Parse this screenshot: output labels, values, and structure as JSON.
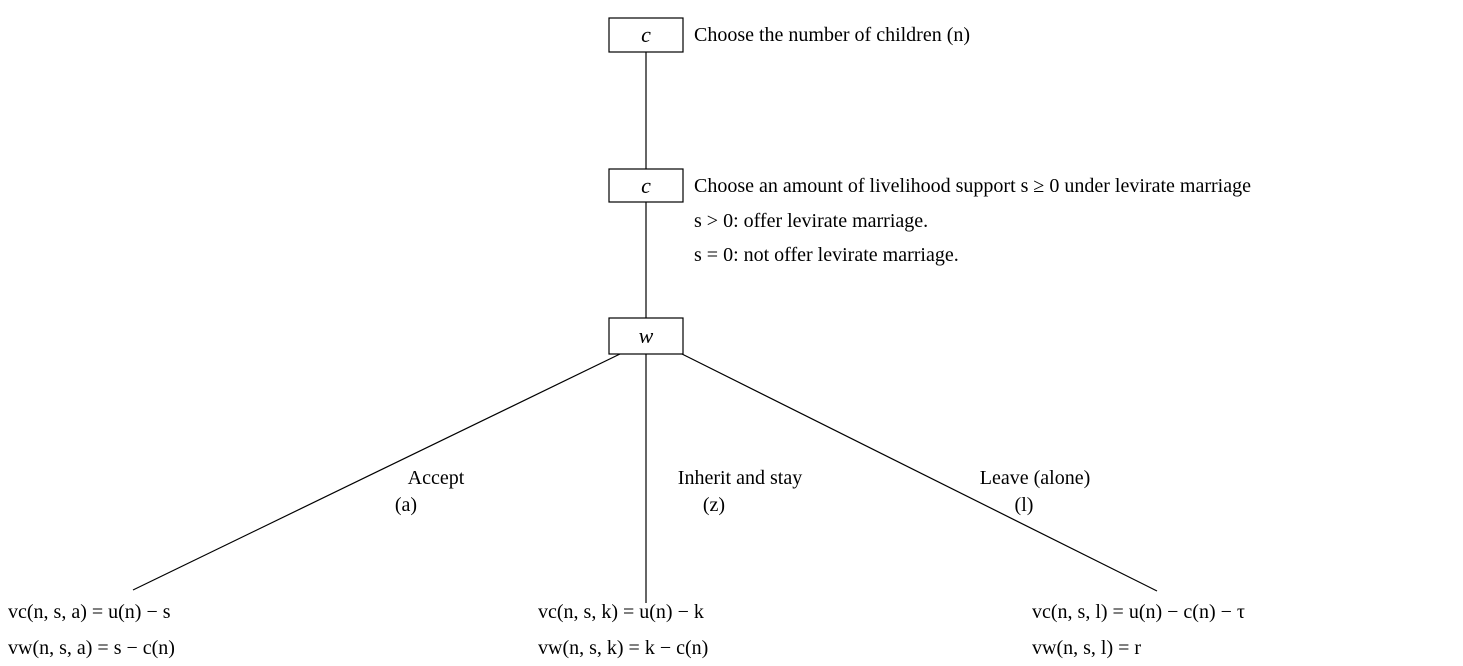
{
  "nodes": {
    "n1": {
      "label": "c",
      "description": "Choose the number of children (n)"
    },
    "n2": {
      "label": "c",
      "description": "Choose an amount of livelihood support s ≥ 0 under levirate marriage",
      "notes": [
        "s > 0: offer levirate marriage.",
        "s = 0: not offer levirate marriage."
      ]
    },
    "n3": {
      "label": "w"
    }
  },
  "branches": [
    {
      "label": "Accept",
      "sublabel": "(a)"
    },
    {
      "label": "Inherit and stay",
      "sublabel": "(z)"
    },
    {
      "label": "Leave (alone)",
      "sublabel": "(l)"
    }
  ],
  "payoffs": [
    {
      "vc": "vc(n, s, a) = u(n) − s",
      "vw": "vw(n, s, a) = s − c(n)"
    },
    {
      "vc": "vc(n, s, k) = u(n) − k",
      "vw": "vw(n, s, k) = k − c(n)"
    },
    {
      "vc": "vc(n, s, l) = u(n) − c(n) − τ",
      "vw": "vw(n, s, l) = r"
    }
  ]
}
